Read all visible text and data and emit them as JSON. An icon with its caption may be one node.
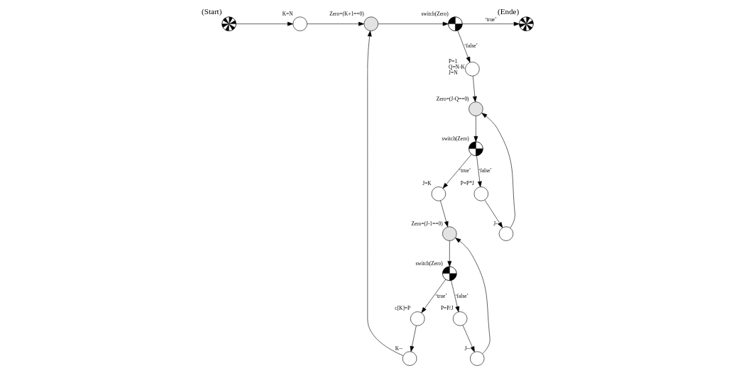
{
  "diagram": {
    "nodes": [
      {
        "text": [],
        "shape": "circle",
        "beside": [
          "(Start)"
        ]
      },
      {
        "text": [],
        "shape": "circle",
        "beside": [
          "K=N"
        ]
      },
      {
        "text": [],
        "shape": "circle",
        "beside": [
          "Zero=(K+1==0)"
        ]
      },
      {
        "text": [],
        "shape": "circle",
        "beside": [
          "switch(Zero)"
        ]
      },
      {
        "text": [],
        "shape": "circle",
        "beside": [
          "(Ende)"
        ]
      },
      {
        "text": [],
        "shape": "circle",
        "beside": [
          "c[K]=P"
        ]
      },
      {
        "text": [],
        "shape": "circle",
        "beside": [
          "K--"
        ]
      },
      {
        "text": [],
        "shape": "circle",
        "beside": [
          "P=1",
          "Q=N-K",
          "J=N"
        ]
      },
      {
        "text": [],
        "shape": "circle",
        "beside": [
          "Zero=(J-Q==0)"
        ]
      },
      {
        "text": [],
        "shape": "circle",
        "beside": [
          "J--"
        ]
      },
      {
        "text": [],
        "shape": "circle",
        "beside": [
          "switch(Zero)"
        ]
      },
      {
        "text": [],
        "shape": "circle",
        "beside": [
          "Zero=(J-1==0)"
        ]
      },
      {
        "text": [],
        "shape": "circle",
        "beside": [
          "J=K"
        ]
      },
      {
        "text": [],
        "shape": "circle",
        "beside": [
          "switch(Zero)"
        ]
      },
      {
        "text": [],
        "shape": "circle",
        "beside": [
          "P=P*J"
        ]
      },
      {
        "text": [],
        "shape": "circle",
        "beside": [
          "P=P/J"
        ]
      },
      {
        "text": [],
        "shape": "circle",
        "beside": [
          "J--"
        ]
      }
    ],
    "edges": [
      {
        "from": 0,
        "to": 1,
        "arrow": "to"
      },
      {
        "from": 1,
        "to": 2,
        "arrow": "to"
      },
      {
        "from": 2,
        "to": 3,
        "arrow": "to"
      },
      {
        "from": 3,
        "to": 4,
        "arrow": "to",
        "label": "‘true’"
      },
      {
        "from": 3,
        "to": 7,
        "arrow": "to",
        "label": "‘false’"
      },
      {
        "from": 7,
        "to": 8,
        "arrow": "to"
      },
      {
        "from": 9,
        "to": 8,
        "arrow": "to"
      },
      {
        "from": 8,
        "to": 13,
        "arrow": "to"
      },
      {
        "from": 13,
        "to": 12,
        "arrow": "to",
        "label": "‘true’"
      },
      {
        "from": 13,
        "to": 14,
        "arrow": "to",
        "label": "‘false’"
      },
      {
        "from": 14,
        "to": 9,
        "arrow": "to"
      },
      {
        "from": 12,
        "to": 11,
        "arrow": "to"
      },
      {
        "from": 16,
        "to": 11,
        "arrow": "to"
      },
      {
        "from": 11,
        "to": 10,
        "arrow": "to"
      },
      {
        "from": 10,
        "to": 5,
        "arrow": "to",
        "label": "‘true’"
      },
      {
        "from": 10,
        "to": 15,
        "arrow": "to",
        "label": "‘false’"
      },
      {
        "from": 15,
        "to": 16,
        "arrow": "to"
      },
      {
        "from": 5,
        "to": 6,
        "arrow": "to"
      },
      {
        "from": 6,
        "to": 2,
        "arrow": "to"
      }
    ]
  }
}
